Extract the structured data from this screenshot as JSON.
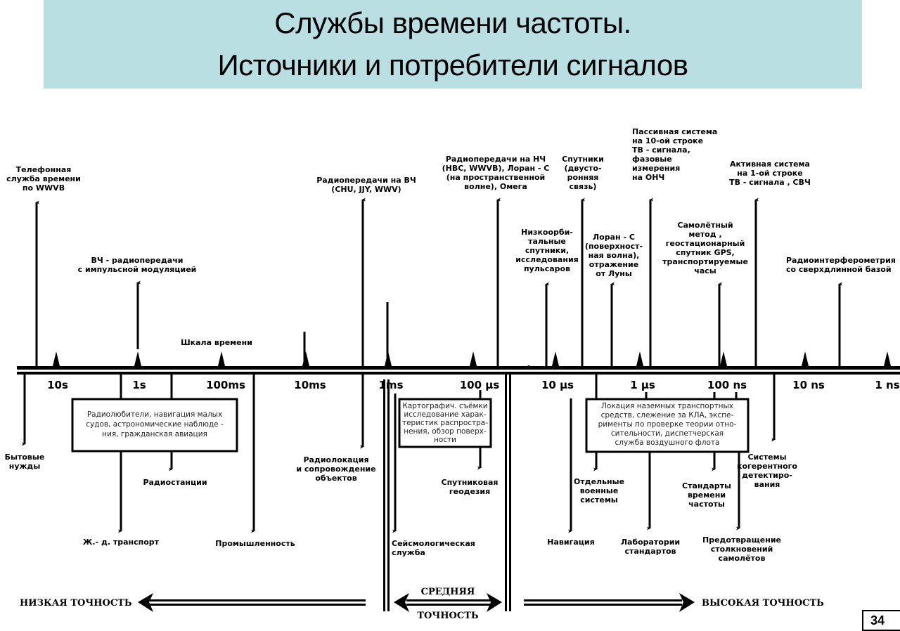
{
  "slide": {
    "title_line1": "Службы времени частоты.",
    "title_line2": "Источники и потребители сигналов",
    "page_number": "34",
    "title_bg_color": "#b9dfe3"
  },
  "axis": {
    "label": "Шкала времени",
    "ticks": [
      "10s",
      "1s",
      "100ms",
      "10ms",
      "1ms",
      "100 µs",
      "10 µs",
      "1 µs",
      "100 ns",
      "10 ns",
      "1 ns"
    ]
  },
  "sources": [
    {
      "id": "phone-wwvb",
      "lines": [
        "Телефонная",
        "служба времени",
        "по WWVB"
      ]
    },
    {
      "id": "hf-pulse",
      "lines": [
        "ВЧ - радиопередачи",
        "с импульсной модуляцией"
      ]
    },
    {
      "id": "hf-radio",
      "lines": [
        "Радиопередачи  на ВЧ",
        "(CHU, JJY, WWV)"
      ]
    },
    {
      "id": "lf-radio",
      "lines": [
        "Радиопередачи  на НЧ",
        "(НВС, WWVB), Лоран - С",
        "(на пространственной",
        "волне), Омега"
      ]
    },
    {
      "id": "sat-twoway",
      "lines": [
        "Спутники",
        "(двусто-",
        "ронняя",
        "связь)"
      ]
    },
    {
      "id": "leo-pulsar",
      "lines": [
        "Низкоорби-",
        "тальные",
        "спутники,",
        "исследования",
        "пульсаров"
      ]
    },
    {
      "id": "loran-ground",
      "lines": [
        "Лоран - С",
        "(поверхност-",
        "ная волна),",
        "отражение",
        "от Луны"
      ]
    },
    {
      "id": "passive-tv",
      "lines": [
        "Пассивная система",
        "на 10-ой строке",
        "ТВ - сигнала,",
        "фазовые",
        "измерения",
        "на ОНЧ"
      ]
    },
    {
      "id": "aircraft-gps",
      "lines": [
        "Самолётный",
        "метод ,",
        "геостационарный",
        "спутник GPS,",
        "транспортируемые",
        "часы"
      ]
    },
    {
      "id": "active-tv",
      "lines": [
        "Активная система",
        "на 1-ой  строке",
        "ТВ - сигнала , СВЧ"
      ]
    },
    {
      "id": "vlbi",
      "lines": [
        "Радиоинтерферометрия",
        "со сверхдлинной  базой"
      ]
    }
  ],
  "boxes": [
    {
      "id": "box-low",
      "lines": [
        "Радиолюбители, навигация малых",
        "судов, астрономические наблюде -",
        "ния, гражданская авиация"
      ]
    },
    {
      "id": "box-mid",
      "lines": [
        "Картографич. съёмки",
        "исследование харак-",
        "теристик распростра-",
        "нения, обзор поверх-",
        "ности"
      ]
    },
    {
      "id": "box-high",
      "lines": [
        "Локация наземных транспортных",
        "средств, слежение за КЛА, экспе-",
        "рименты по проверке теории отно-",
        "сительности, диспетчерская",
        "служба воздушного флота"
      ]
    }
  ],
  "consumers": [
    {
      "id": "household",
      "lines": [
        "Бытовые",
        "нужды"
      ]
    },
    {
      "id": "radio-stations",
      "lines": [
        "Радиостанции"
      ]
    },
    {
      "id": "railway",
      "lines": [
        "Ж.- д. транспорт"
      ]
    },
    {
      "id": "industry",
      "lines": [
        "Промышленность"
      ]
    },
    {
      "id": "radiolocation",
      "lines": [
        "Радиолокация",
        "и сопровождение",
        "объектов"
      ]
    },
    {
      "id": "seismology",
      "lines": [
        "Сейсмологическая",
        "служба"
      ]
    },
    {
      "id": "sat-geodesy",
      "lines": [
        "Спутниковая",
        "геодезия"
      ]
    },
    {
      "id": "navigation",
      "lines": [
        "Навигация"
      ]
    },
    {
      "id": "military",
      "lines": [
        "Отдельные",
        "военные",
        "системы"
      ]
    },
    {
      "id": "labs",
      "lines": [
        "Лаборатории",
        "стандартов"
      ]
    },
    {
      "id": "time-standards",
      "lines": [
        "Стандарты",
        "времени",
        "частоты"
      ]
    },
    {
      "id": "collision",
      "lines": [
        "Предотвращение",
        "столкновений",
        "самолётов"
      ]
    },
    {
      "id": "coherent",
      "lines": [
        "Системы",
        "когерентного",
        "детектиро-",
        "вания"
      ]
    }
  ],
  "accuracy": {
    "low": "НИЗКАЯ ТОЧНОСТЬ",
    "mid_top": "СРЕДНЯЯ",
    "mid_bottom": "ТОЧНОСТЬ",
    "high": "ВЫСОКАЯ ТОЧНОСТЬ"
  }
}
